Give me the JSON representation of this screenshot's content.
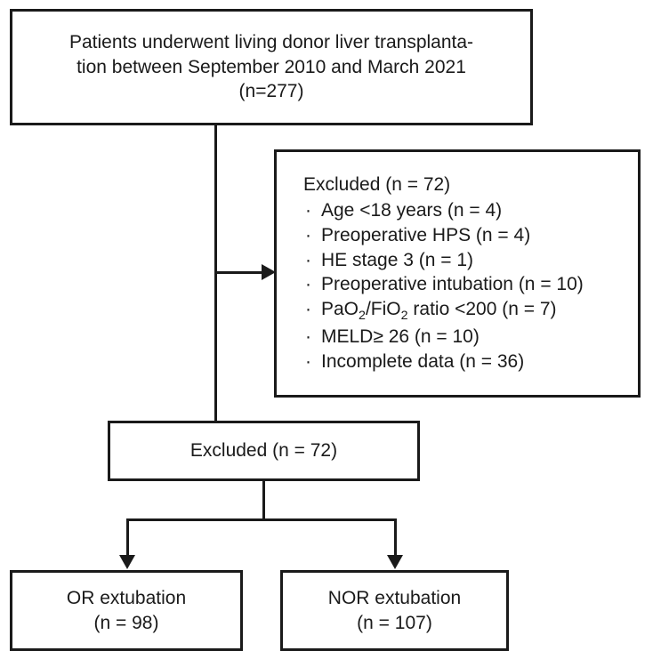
{
  "figure": {
    "type": "flowchart",
    "title": "Patient enrollment flow diagram",
    "colors": {
      "stroke": "#1a1a1a",
      "background": "#ffffff"
    }
  },
  "nodes": {
    "enrolled": {
      "line1": "Patients underwent living donor liver transplanta-",
      "line2": "tion between September 2010 and March 2021",
      "line3": "(n=277)"
    },
    "excluded_detail": {
      "title": "Excluded (n = 72)",
      "bullet": "·",
      "items": [
        {
          "text_before": "Age <18 years (n = 4)",
          "has_subscript": false
        },
        {
          "text_before": "Preoperative HPS (n = 4)",
          "has_subscript": false
        },
        {
          "text_before": "HE stage 3 (n = 1)",
          "has_subscript": false
        },
        {
          "text_before": "Preoperative intubation (n = 10)",
          "has_subscript": false
        },
        {
          "text_before": "PaO",
          "sub1": "2",
          "text_mid": "/FiO",
          "sub2": "2",
          "text_after": " ratio <200 (n = 7)",
          "has_subscript": true
        },
        {
          "text_before": "MELD≥ 26 (n = 10)",
          "has_subscript": false
        },
        {
          "text_before": "Incomplete data (n = 36)",
          "has_subscript": false
        }
      ]
    },
    "excluded_summary": {
      "label": "Excluded (n = 72)"
    },
    "or_group": {
      "line1": "OR extubation",
      "line2": "(n = 98)"
    },
    "nor_group": {
      "line1": "NOR extubation",
      "line2": "(n = 107)"
    }
  },
  "connectors": [
    {
      "name": "enrolled-to-summary-trunk",
      "orientation": "vertical"
    },
    {
      "name": "enrolled-to-excluded-branch",
      "orientation": "horizontal",
      "arrowhead": "right"
    },
    {
      "name": "summary-to-split-trunk",
      "orientation": "vertical"
    },
    {
      "name": "split-crossbar",
      "orientation": "horizontal"
    },
    {
      "name": "split-to-or",
      "orientation": "vertical",
      "arrowhead": "down"
    },
    {
      "name": "split-to-nor",
      "orientation": "vertical",
      "arrowhead": "down"
    }
  ]
}
